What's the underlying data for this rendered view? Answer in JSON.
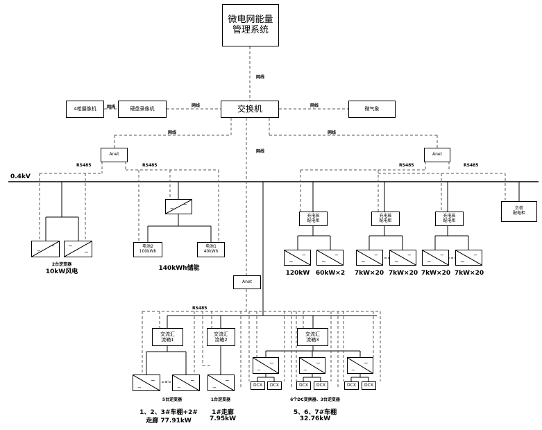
{
  "boxes": {
    "ems": "微电网能量\n管理系统",
    "switch": "交换机",
    "camera": "4枪摄像机",
    "nvr": "硬盘录像机",
    "weather": "微气象",
    "anet_left": "Anet",
    "anet_right": "Anet",
    "anet_mid": "Anet",
    "battery1": "电池1\n40kWh",
    "battery2": "电池2\n100kWh",
    "pile_cab1": "充电桩\n配电柜",
    "pile_cab2": "充电桩\n配电柜",
    "pile_cab3": "充电桩\n配电柜",
    "load_cab": "负荷\n配电柜",
    "combiner1": "交流汇\n流箱1",
    "combiner2": "交流汇\n流箱2",
    "combiner3": "交流汇\n流箱3",
    "dcx": "DCX"
  },
  "labels": {
    "network": "网线",
    "rs485": "RS485",
    "bus_voltage": "0.4kV",
    "wind_inv": "2台逆变器",
    "wind_title": "10kW风电",
    "storage_title": "140kWh储能",
    "charger_120": "120kW",
    "charger_60x2": "60kW×2",
    "charger_7x20": "7kW×20",
    "pv_inv5": "5台逆变器",
    "pv_inv1": "1台逆变器",
    "pv_dcdc": "6个DC变换器、3台逆变器",
    "pv1_line1": "1、2、3#车棚+2#",
    "pv1_line2": "走廊  77.91kW",
    "pv2_line1": "1#走廊",
    "pv2_line2": "7.95kW",
    "pv3_line1": "5、6、7#车棚",
    "pv3_line2": "32.76kW",
    "ellipsis": "---"
  },
  "icons": {
    "inverter": "dc-ac-inverter-icon"
  }
}
